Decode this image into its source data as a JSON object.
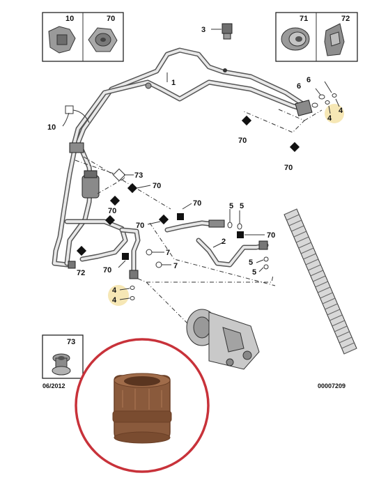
{
  "callouts": {
    "b10": "10",
    "b70a": "70",
    "b71": "71",
    "b72": "72",
    "b73": "73",
    "c3": "3",
    "c1": "1",
    "c6a": "6",
    "c6b": "6",
    "c4a": "4",
    "c4b": "4",
    "c10": "10",
    "c70a": "70",
    "c70b": "70",
    "c73": "73",
    "c70c": "70",
    "c70d": "70",
    "c70e": "70",
    "c70f": "70",
    "c5a": "5",
    "c5b": "5",
    "c70g": "70",
    "c2": "2",
    "c7a": "7",
    "c7b": "7",
    "c72": "72",
    "c70h": "70",
    "c5c": "5",
    "c5d": "5",
    "c4c": "4",
    "c4d": "4"
  },
  "footer": {
    "date": "06/2012",
    "ref": "00007209"
  },
  "colors": {
    "highlight": "#f5e3a8",
    "ring": "#c8323a",
    "part_brown": "#8a5a3c"
  }
}
